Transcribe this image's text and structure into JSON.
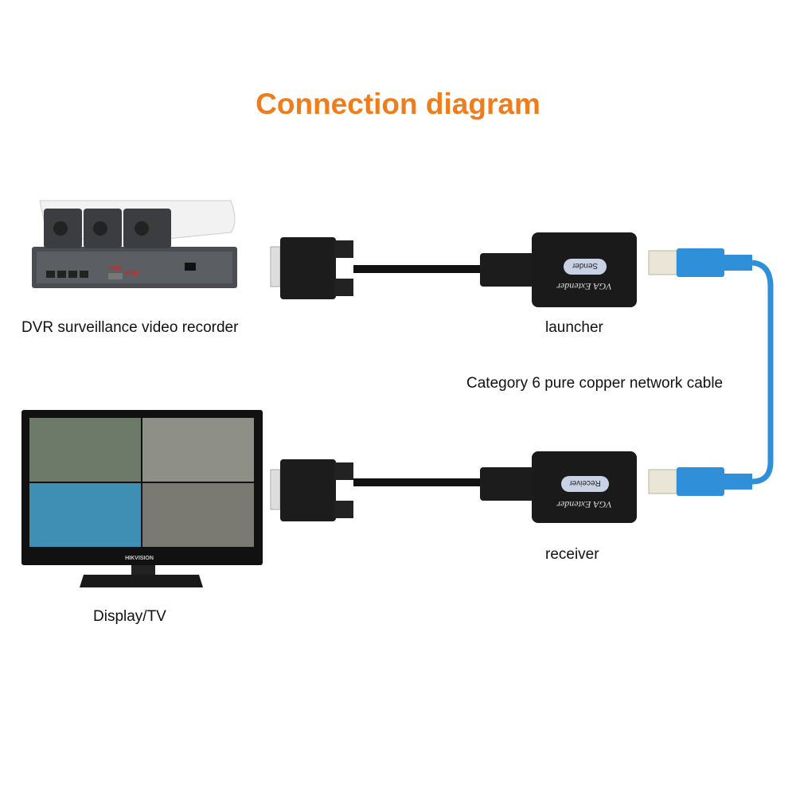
{
  "title": "Connection diagram",
  "labels": {
    "dvr": "DVR surveillance video recorder",
    "launcher": "launcher",
    "cable": "Category 6 pure copper network cable",
    "receiver": "receiver",
    "display": "Display/TV"
  },
  "device_text": {
    "sender_badge": "Sender",
    "receiver_badge": "Receiver",
    "extender_name": "VGA Extender",
    "dvr_port_vga": "VGA",
    "dvr_port_hdmi": "HDMI",
    "monitor_brand": "HIKVISION"
  },
  "colors": {
    "title": "#ef7d1c",
    "network_cable": "#2f8fd8",
    "device_body": "#1a1a1a"
  }
}
